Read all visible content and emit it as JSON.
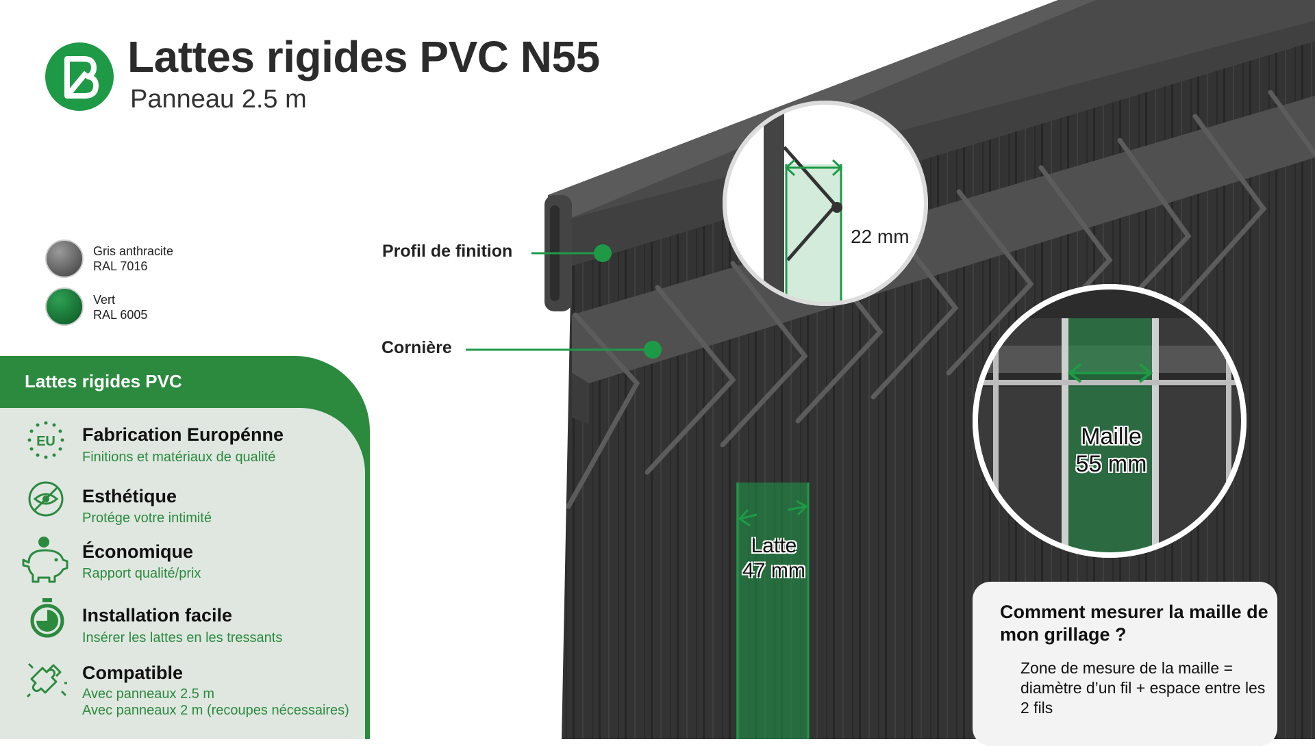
{
  "header": {
    "title": "Lattes rigides PVC N55",
    "subtitle": "Panneau 2.5 m",
    "logo_icon": "brand-logo-b"
  },
  "colors_options": [
    {
      "name": "Gris anthracite",
      "code": "RAL 7016",
      "hex": "#555555"
    },
    {
      "name": "Vert",
      "code": "RAL 6005",
      "hex": "#0e6b2d"
    }
  ],
  "features_panel": {
    "title": "Lattes rigides PVC",
    "items": [
      {
        "icon": "eu-stars-icon",
        "icon_text": "EU",
        "title": "Fabrication Europénne",
        "subtitle": "Finitions et matériaux de qualité"
      },
      {
        "icon": "eye-privacy-icon",
        "title": "Esthétique",
        "subtitle": "Protége votre intimité"
      },
      {
        "icon": "piggy-bank-icon",
        "title": "Économique",
        "subtitle": "Rapport qualité/prix"
      },
      {
        "icon": "stopwatch-icon",
        "title": "Installation facile",
        "subtitle": "Insérer les lattes en les tressants"
      },
      {
        "icon": "puzzle-icon",
        "title": "Compatible",
        "subtitle": "Avec panneaux 2.5 m",
        "subtitle2": "Avec panneaux 2 m (recoupes nécessaires)"
      }
    ]
  },
  "callouts": {
    "profil": "Profil de finition",
    "corniere": "Cornière"
  },
  "measurements": {
    "profile_width": "22 mm",
    "maille_line1": "Maille",
    "maille_line2": "55 mm",
    "latte_line1": "Latte",
    "latte_line2": "47 mm"
  },
  "info_box": {
    "question": "Comment mesurer la maille de mon grillage ?",
    "answer": "Zone de mesure de la maille = diamètre d’un fil + espace entre les 2 fils"
  },
  "theme": {
    "brand_green": "#1e9a47",
    "panel_green": "#2b8a3e",
    "panel_bg": "#dfe7e0",
    "fence_dark": "#3a3a3a"
  }
}
